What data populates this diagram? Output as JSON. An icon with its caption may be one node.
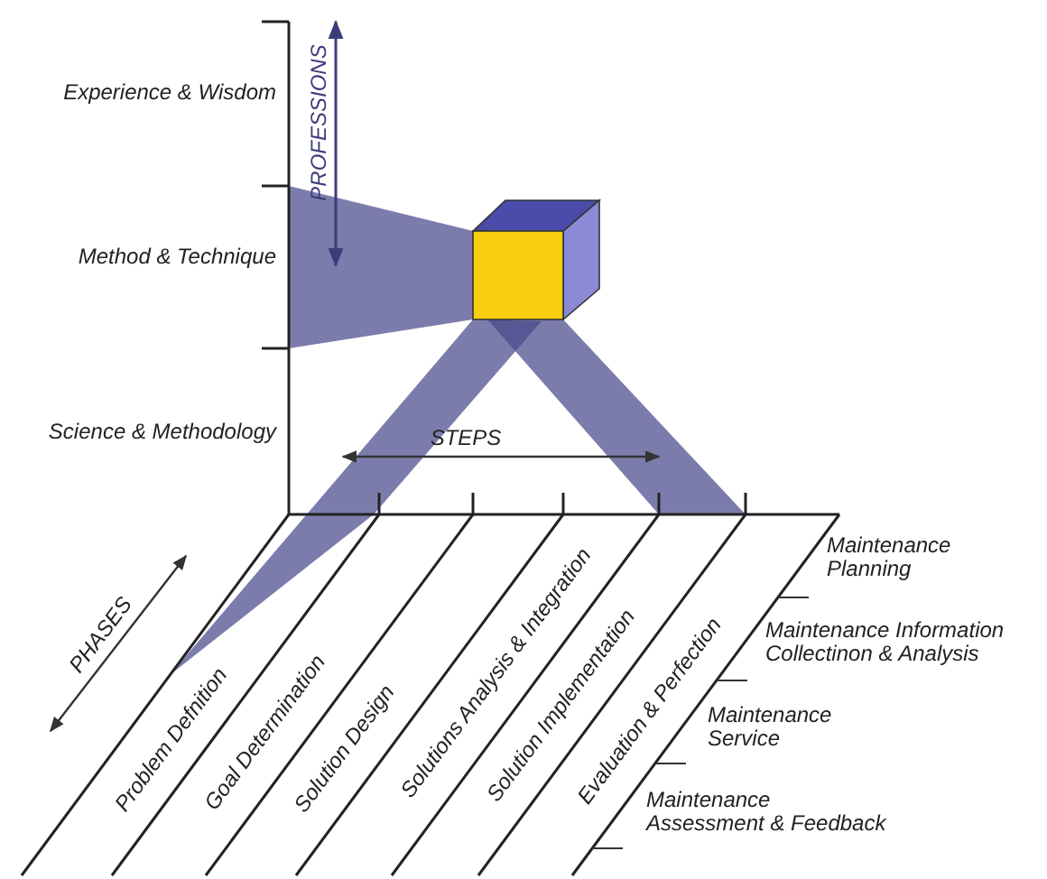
{
  "diagram": {
    "labels": [
      "Experience & Wisdom",
      "PROFESSIONS",
      "Method & Technique",
      "Science & Methodology",
      "STEPS",
      "PHASES",
      "Problem Defnition",
      "Goal Determination",
      "Solution Design",
      "Solutions Analysis & Integration",
      "Solution Implementation",
      "Evaluation & Perfection",
      "Maintenance Planning",
      "Maintenance Information Collectinon & Analysis",
      "Maintenance Service",
      "Maintenance Assessment & Feedback"
    ]
  }
}
